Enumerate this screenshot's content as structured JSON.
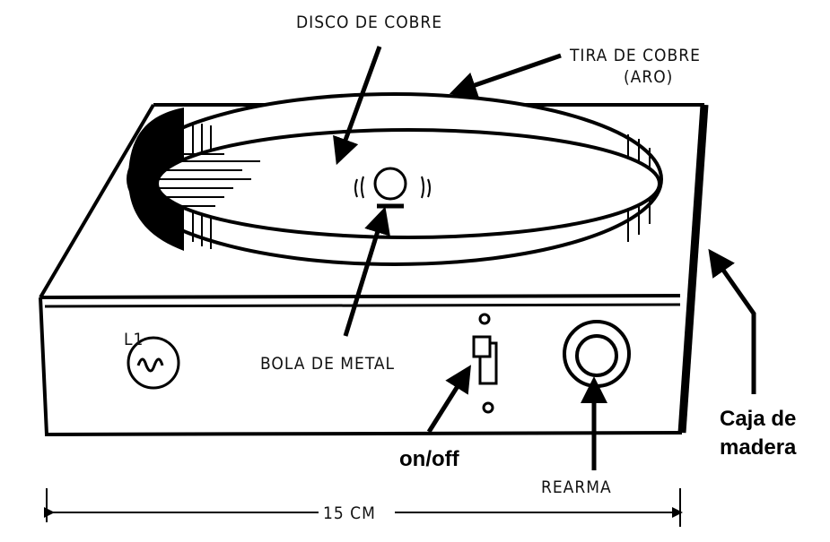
{
  "labels": {
    "copper_disc": "DISCO DE COBRE",
    "copper_strip": "TIRA DE COBRE",
    "copper_strip_sub": "(ARO)",
    "lamp": "L1",
    "metal_ball": "BOLA DE METAL",
    "switch": "on/off",
    "reset": "REARMA",
    "box_line1": "Caja de",
    "box_line2": "madera",
    "dimension": "15 CM"
  }
}
